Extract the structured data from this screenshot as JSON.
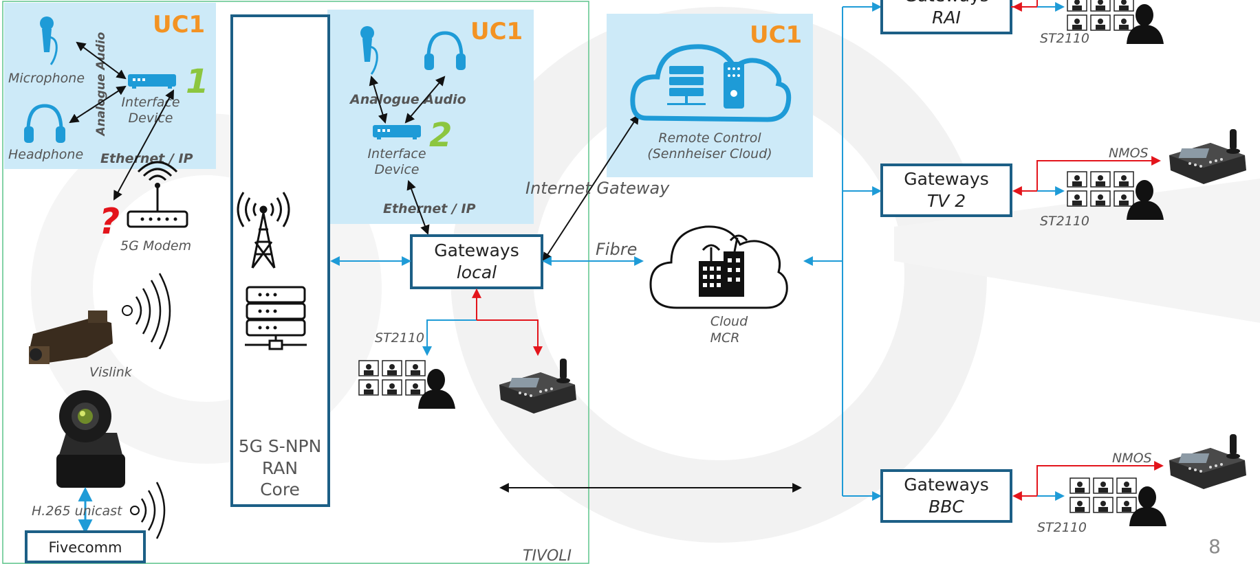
{
  "colors": {
    "panel_blue": "#cdeaf8",
    "arrow_blue": "#1e9bd7",
    "arrow_red": "#e3141b",
    "uc_orange": "#f39323",
    "num_green": "#8cc63f",
    "box_border": "#1c5f86",
    "zone_green": "#5cc48a",
    "question_red": "#e3141b",
    "text_gray": "#555555"
  },
  "uc_tag": "UC1",
  "left_panel": {
    "microphone": "Microphone",
    "headphone": "Headphone",
    "interface_line1": "Interface",
    "interface_line2": "Device",
    "number": "1",
    "analogue_audio": "Analogue Audio",
    "ethernet": "Ethernet / IP"
  },
  "modem": {
    "question": "?",
    "label": "5G Modem"
  },
  "vislink_label": "Vislink",
  "h265_label": "H.265 unicast",
  "fivecomm_label": "Fivecomm",
  "core": {
    "line1": "5G S-NPN",
    "line2": "RAN",
    "line3": "Core"
  },
  "center_panel": {
    "analogue_audio": "Analogue Audio",
    "number": "2",
    "interface_line1": "Interface",
    "interface_line2": "Device",
    "ethernet": "Ethernet / IP"
  },
  "gateway_local": {
    "title": "Gateways",
    "sub": "local"
  },
  "st2110_label": "ST2110",
  "internet_gateway": "Internet Gateway",
  "fibre": "Fibre",
  "remote_panel": {
    "line1": "Remote Control",
    "line2": "(Sennheiser Cloud)"
  },
  "cloud_mcr": {
    "line1": "Cloud",
    "line2": "MCR"
  },
  "tivoli": "TIVOLI",
  "gateways": [
    {
      "title": "Gateways",
      "sub": "RAI",
      "st2110": "ST2110",
      "nmos": ""
    },
    {
      "title": "Gateways",
      "sub": "TV 2",
      "st2110": "ST2110",
      "nmos": "NMOS"
    },
    {
      "title": "Gateways",
      "sub": "BBC",
      "st2110": "ST2110",
      "nmos": "NMOS"
    }
  ],
  "page_number": "8"
}
